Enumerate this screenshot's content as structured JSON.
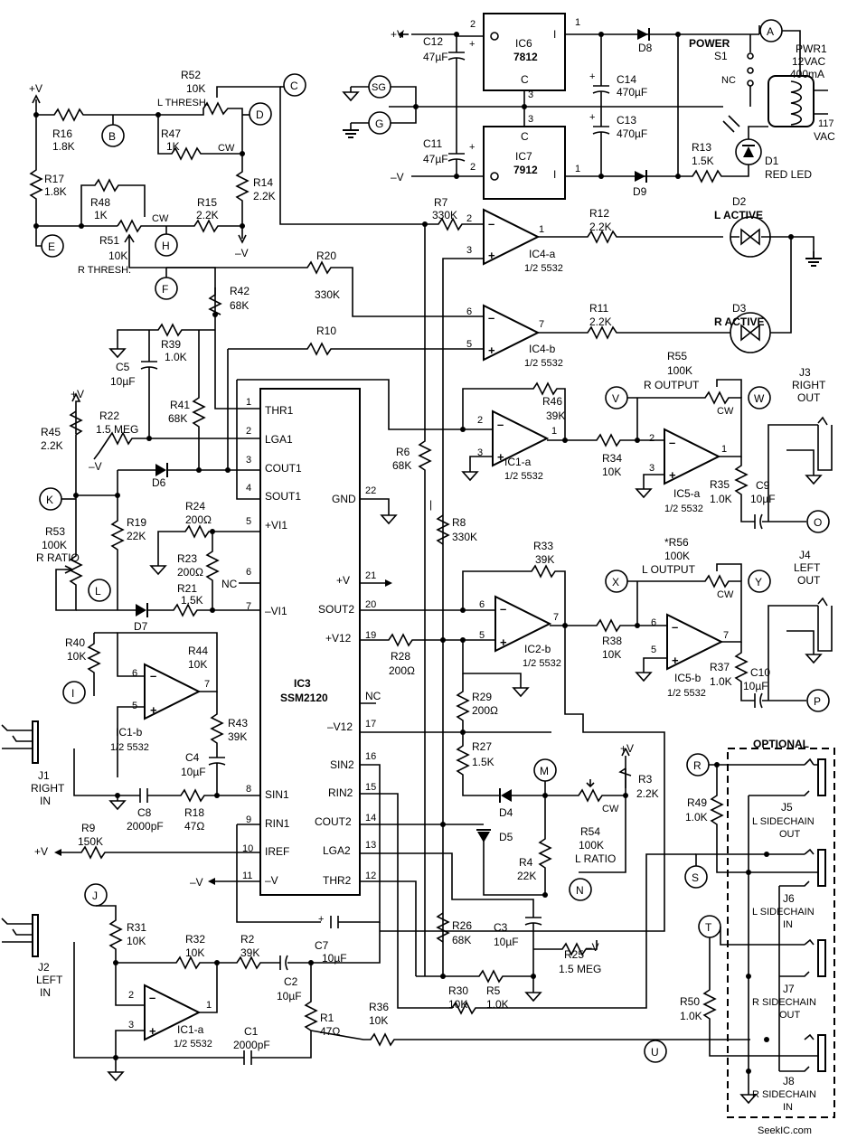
{
  "labels": {
    "c12": "C12",
    "c12v": "47µF",
    "c11": "C11",
    "c11v": "47µF",
    "c14": "C14",
    "c14v": "470µF",
    "c13": "C13",
    "c13v": "470µF",
    "ic6": "IC6",
    "ic6p": "7812",
    "ic7": "IC7",
    "ic7p": "7912",
    "d8": "D8",
    "d9": "D9",
    "power": "POWER",
    "s1": "S1",
    "nc": "NC",
    "pwr1": "PWR1",
    "pwr1a": "12VAC",
    "pwr1b": "400mA",
    "ac117": "117",
    "vac": "VAC",
    "r13": "R13",
    "r13v": "1.5K",
    "d1": "D1",
    "d1v": "RED LED",
    "r52": "R52",
    "r52v": "10K",
    "r52n": "L THRESH.",
    "r16": "R16",
    "r16v": "1.8K",
    "r47": "R47",
    "r47v": "1K",
    "r17": "R17",
    "r17v": "1.8K",
    "r14": "R14",
    "r14v": "2.2K",
    "r48": "R48",
    "r48v": "1K",
    "r15": "R15",
    "r15v": "2.2K",
    "r51": "R51",
    "r51v": "10K",
    "r51n": "R THRESH.",
    "r7": "R7",
    "r7v": "330K",
    "r12": "R12",
    "r12v": "2.2K",
    "d2": "D2",
    "d2v": "L ACTIVE",
    "r20": "R20",
    "r20v": "330K",
    "r42": "R42",
    "r42v": "68K",
    "r11": "R11",
    "r11v": "2.2K",
    "d3": "D3",
    "d3v": "R ACTIVE",
    "ic4a": "IC4-a",
    "ic4av": "1/2 5532",
    "ic4b": "IC4-b",
    "ic4bv": "1/2 5532",
    "r39": "R39",
    "r39v": "1.0K",
    "r10": "R10",
    "c5": "C5",
    "c5v": "10µF",
    "r41": "R41",
    "r41v": "68K",
    "r45": "R45",
    "r45v": "2.2K",
    "r22": "R22",
    "r22v": "1.5 MEG",
    "r55": "R55",
    "r55v": "100K",
    "r55n": "R OUTPUT",
    "j3": "J3",
    "j3a": "RIGHT",
    "j3b": "OUT",
    "r46": "R46",
    "r46v": "39K",
    "r6": "R6",
    "r6v": "68K",
    "ic1a": "IC1-a",
    "ic1av": "1/2 5532",
    "r34": "R34",
    "r34v": "10K",
    "ic5a": "IC5-a",
    "ic5av": "1/2 5532",
    "r35": "R35",
    "r35v": "1.0K",
    "c9": "C9",
    "c9v": "10µF",
    "d6": "D6",
    "r53": "R53",
    "r53v": "100K",
    "r53n": "R RATIO",
    "r19": "R19",
    "r19v": "22K",
    "r24": "R24",
    "r24v": "200Ω",
    "r23": "R23",
    "r23v": "200Ω",
    "r21": "R21",
    "r21v": "1.5K",
    "d7": "D7",
    "r8": "R8",
    "r8v": "330K",
    "r33": "R33",
    "r33v": "39K",
    "r56": "*R56",
    "r56v": "100K",
    "r56n": "L OUTPUT",
    "j4": "J4",
    "j4a": "LEFT",
    "j4b": "OUT",
    "r38": "R38",
    "r38v": "10K",
    "ic2b": "IC2-b",
    "ic2bv": "1/2 5532",
    "ic5b": "IC5-b",
    "ic5bv": "1/2 5532",
    "r28": "R28",
    "r28v": "200Ω",
    "r37": "R37",
    "r37v": "1.0K",
    "c10": "C10",
    "c10v": "10µF",
    "r40": "R40",
    "r40v": "10K",
    "r44": "R44",
    "r44v": "10K",
    "r43": "R43",
    "r43v": "39K",
    "ic1b": "IC1-b",
    "ic1bv": "1/2 5532",
    "c4": "C4",
    "c4v": "10µF",
    "j1": "J1",
    "j1a": "RIGHT",
    "j1b": "IN",
    "c8": "C8",
    "c8v": "2000pF",
    "r18": "R18",
    "r18v": "47Ω",
    "r29": "R29",
    "r29v": "200Ω",
    "r27": "R27",
    "r27v": "1.5K",
    "r3": "R3",
    "r3v": "2.2K",
    "d4": "D4",
    "d5": "D5",
    "r54": "R54",
    "r54v": "100K",
    "r54n": "L RATIO",
    "r4": "R4",
    "r4v": "22K",
    "r9": "R9",
    "r9v": "150K",
    "optional": "OPTIONAL",
    "r49": "R49",
    "r49v": "1.0K",
    "j5": "J5",
    "j5a": "L SIDECHAIN",
    "j5b": "OUT",
    "j6": "J6",
    "j6a": "L SIDECHAIN",
    "j6b": "IN",
    "j7": "J7",
    "j7a": "R SIDECHAIN",
    "j7b": "OUT",
    "j8": "J8",
    "j8a": "R SIDECHAIN",
    "j8b": "IN",
    "r50": "R50",
    "r50v": "1.0K",
    "c7": "C7",
    "c7v": "10µF",
    "r26": "R26",
    "r26v": "68K",
    "c3": "C3",
    "c3v": "10µF",
    "r25": "R25",
    "r25v": "1.5 MEG",
    "r31": "R31",
    "r31v": "10K",
    "r32": "R32",
    "r32v": "10K",
    "r2": "R2",
    "r2v": "39K",
    "c2": "C2",
    "c2v": "10µF",
    "j2": "J2",
    "j2a": "LEFT",
    "j2b": "IN",
    "ic1a2": "IC1-a",
    "ic1a2v": "1/2 5532",
    "c1": "C1",
    "c1v": "2000pF",
    "r1": "R1",
    "r1v": "47Ω",
    "r30": "R30",
    "r30v": "10K",
    "r5": "R5",
    "r5v": "1.0K",
    "r36": "R36",
    "r36v": "10K",
    "ic3": "IC3",
    "ic3p": "SSM2120",
    "seekic": "SeekIC.com"
  },
  "rails": {
    "pv": "+V",
    "mv": "–V"
  },
  "ic3_pins": {
    "thr1": "THR1",
    "lga1": "LGA1",
    "cout1": "COUT1",
    "sout1": "SOUT1",
    "vi1p": "+VI1",
    "nc6": "NC",
    "vi1m": "–VI1",
    "sin1": "SIN1",
    "rin1": "RIN1",
    "iref": "IREF",
    "mv": "–V",
    "gnd": "GND",
    "pv": "+V",
    "sout2": "SOUT2",
    "v12p": "+V12",
    "nc18": "NC",
    "v12m": "–V12",
    "sin2": "SIN2",
    "rin2": "RIN2",
    "cout2": "COUT2",
    "lga2": "LGA2",
    "thr2": "THR2"
  },
  "nodes": {
    "A": "A",
    "B": "B",
    "C": "C",
    "D": "D",
    "E": "E",
    "F": "F",
    "G": "G",
    "H": "H",
    "I": "I",
    "J": "J",
    "K": "K",
    "L": "L",
    "M": "M",
    "N": "N",
    "O": "O",
    "P": "P",
    "R": "R",
    "S": "S",
    "T": "T",
    "U": "U",
    "V": "V",
    "W": "W",
    "X": "X",
    "Y": "Y",
    "SG": "SG"
  }
}
